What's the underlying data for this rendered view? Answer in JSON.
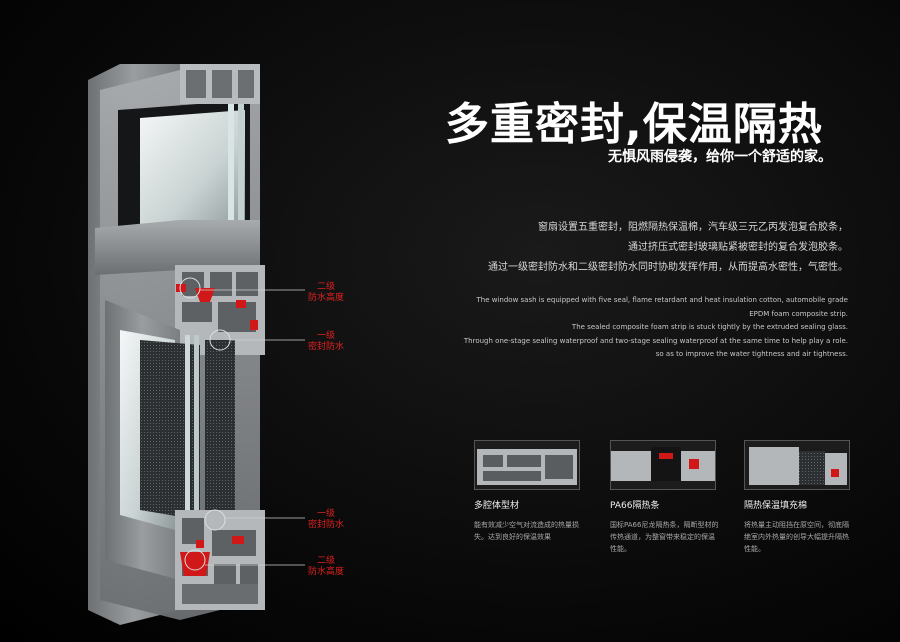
{
  "headline": "多重密封,保温隔热",
  "subheadline": "无惧风雨侵袭，给你一个舒适的家。",
  "body_cn": [
    "窗扇设置五重密封，阻燃隔热保温棉，汽车级三元乙丙发泡复合胶条，",
    "通过挤压式密封玻璃贴紧被密封的复合发泡胶条。",
    "通过一级密封防水和二级密封防水同时协助发挥作用，从而提高水密性，气密性。"
  ],
  "body_en": [
    "The window sash is equipped with five seal, flame retardant and heat insulation cotton, automobile grade",
    "EPDM foam composite strip.",
    "The sealed composite foam strip is stuck tightly by the extruded sealing glass.",
    "Through one-stage sealing waterproof and two-stage sealing waterproof at the same time to help play a role.",
    "so as to improve the water tightness and air tightness."
  ],
  "callouts": [
    {
      "line1": "二级",
      "line2": "防水高度"
    },
    {
      "line1": "一级",
      "line2": "密封防水"
    },
    {
      "line1": "一级",
      "line2": "密封防水"
    },
    {
      "line1": "二级",
      "line2": "防水高度"
    }
  ],
  "features": [
    {
      "title": "多腔体型材",
      "desc": "能有效减少空气对流造成的热量损失。达到良好的保温效果"
    },
    {
      "title": "PA66隔热条",
      "desc": "国标PA66尼龙隔热条，隔断型材的传热通道，为整窗带来稳定的保温性能。"
    },
    {
      "title": "隔热保温填充棉",
      "desc": "将热量主动阻挡在原空间，彻底隔绝室内外热量的创导大幅提升隔热性能。"
    }
  ],
  "colors": {
    "background": "#0a0a0a",
    "accent_red": "#e02020",
    "aluminum": "#8a8d90",
    "text": "#ffffff"
  }
}
